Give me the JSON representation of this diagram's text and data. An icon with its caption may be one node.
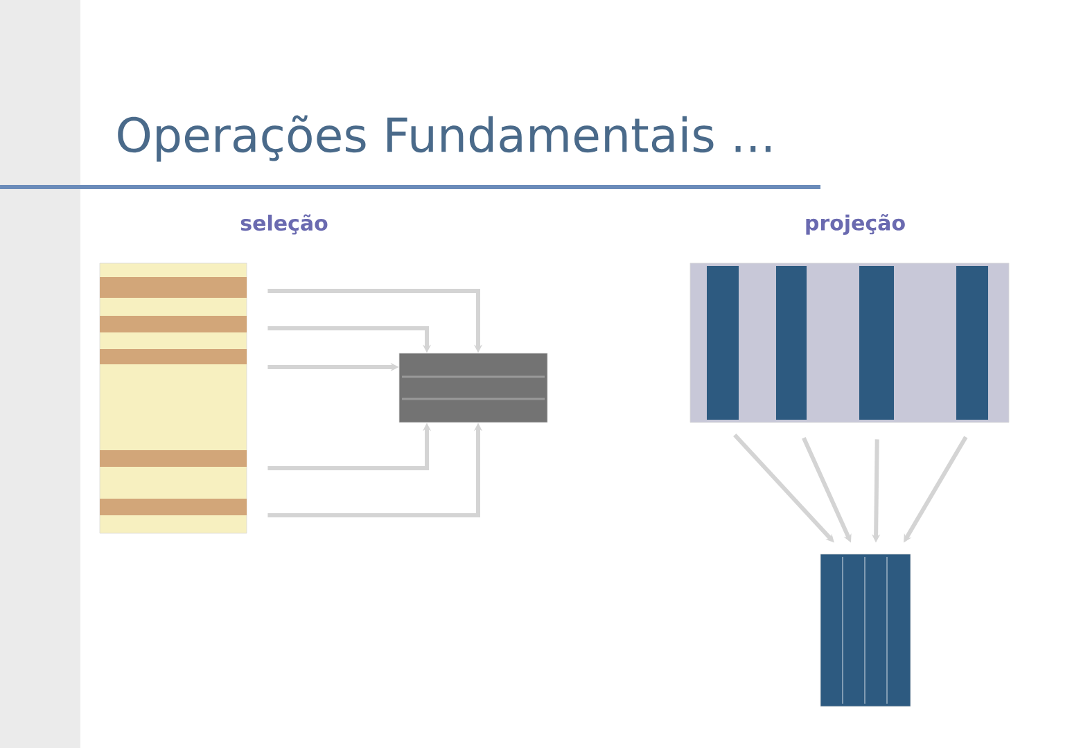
{
  "diagram": {
    "title": "Operações Fundamentais ...",
    "nodes": [
      {
        "text": [],
        "shape": "box",
        "beside": [
          "seleção"
        ]
      },
      {
        "text": [],
        "shape": "box"
      },
      {
        "text": [],
        "shape": "box",
        "beside": [
          "projeção"
        ]
      },
      {
        "text": [],
        "shape": "box"
      }
    ],
    "edges": [
      {
        "from": 0,
        "to": 1,
        "arrow": "to"
      },
      {
        "from": 0,
        "to": 1,
        "arrow": "to"
      },
      {
        "from": 0,
        "to": 1,
        "arrow": "to"
      },
      {
        "from": 0,
        "to": 1,
        "arrow": "to"
      },
      {
        "from": 0,
        "to": 1,
        "arrow": "to"
      },
      {
        "from": 2,
        "to": 3,
        "arrow": "to"
      },
      {
        "from": 2,
        "to": 3,
        "arrow": "to"
      },
      {
        "from": 2,
        "to": 3,
        "arrow": "to"
      },
      {
        "from": 2,
        "to": 3,
        "arrow": "to"
      }
    ]
  }
}
